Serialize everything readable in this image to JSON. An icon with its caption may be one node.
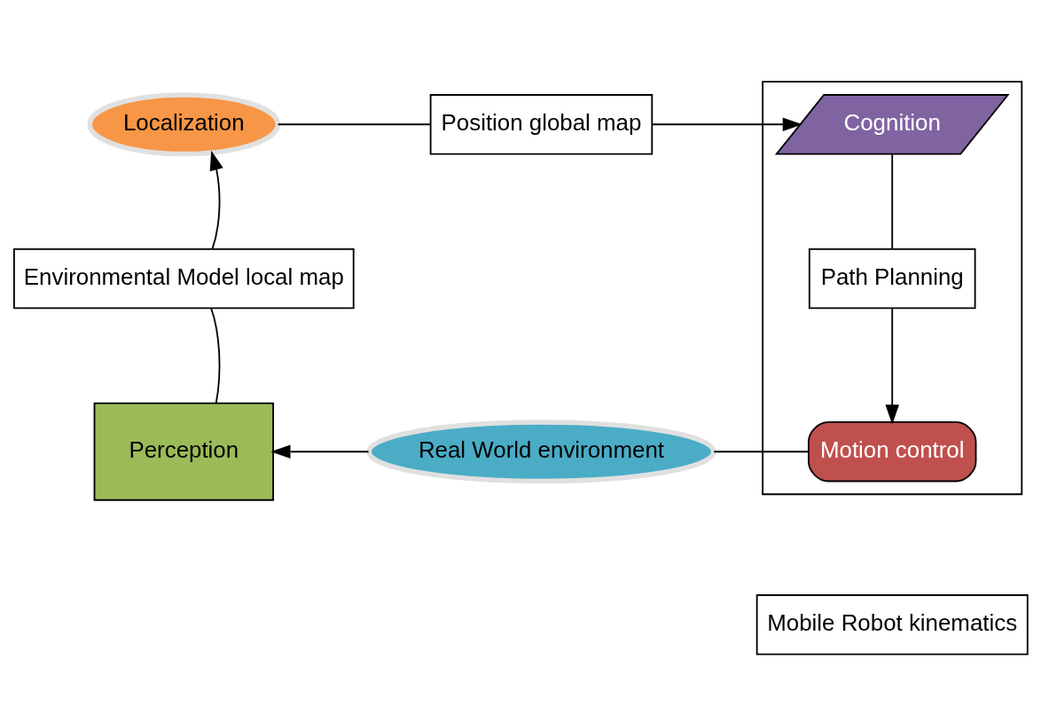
{
  "diagram": {
    "nodes": [
      {
        "text": [
          "Localization"
        ]
      },
      {
        "text": [
          "Position global map"
        ]
      },
      {
        "text": [],
        "shape": "box"
      },
      {
        "text": [
          "Cognition"
        ],
        "in": 2
      },
      {
        "text": [
          "Environmental Model local map"
        ]
      },
      {
        "text": [
          "Path Planning"
        ],
        "in": 2
      },
      {
        "text": [
          "Perception"
        ]
      },
      {
        "text": [
          "Real World environment"
        ]
      },
      {
        "text": [
          "Motion control"
        ],
        "in": 2
      },
      {
        "text": [
          "Mobile Robot kinematics"
        ]
      }
    ],
    "edges": [
      {
        "from": 0,
        "to": 1,
        "arrow": "none"
      },
      {
        "from": 1,
        "to": 3,
        "arrow": "to"
      },
      {
        "from": 3,
        "to": 5,
        "arrow": "none"
      },
      {
        "from": 5,
        "to": 8,
        "arrow": "to"
      },
      {
        "from": 8,
        "to": 7,
        "arrow": "none"
      },
      {
        "from": 7,
        "to": 6,
        "arrow": "to"
      },
      {
        "from": 6,
        "to": 4,
        "arrow": "none"
      },
      {
        "from": 4,
        "to": 0,
        "arrow": "to"
      }
    ]
  }
}
